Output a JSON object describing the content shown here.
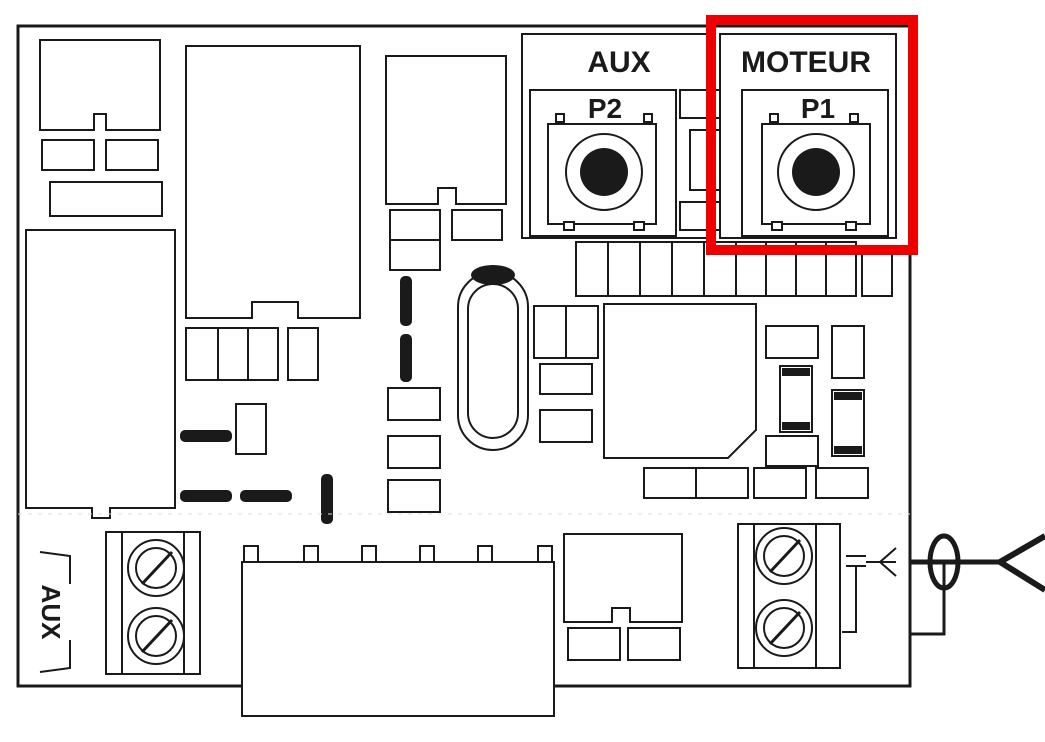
{
  "labels": {
    "aux_title": "AUX",
    "moteur_title": "MOTEUR",
    "p2": "P2",
    "p1": "P1",
    "aux_terminal": "AUX"
  },
  "colors": {
    "line": "#1a1a1a",
    "board": "#ffffff",
    "highlight": "#ee0000"
  },
  "highlight": {
    "target": "moteur-potentiometer-p1"
  }
}
